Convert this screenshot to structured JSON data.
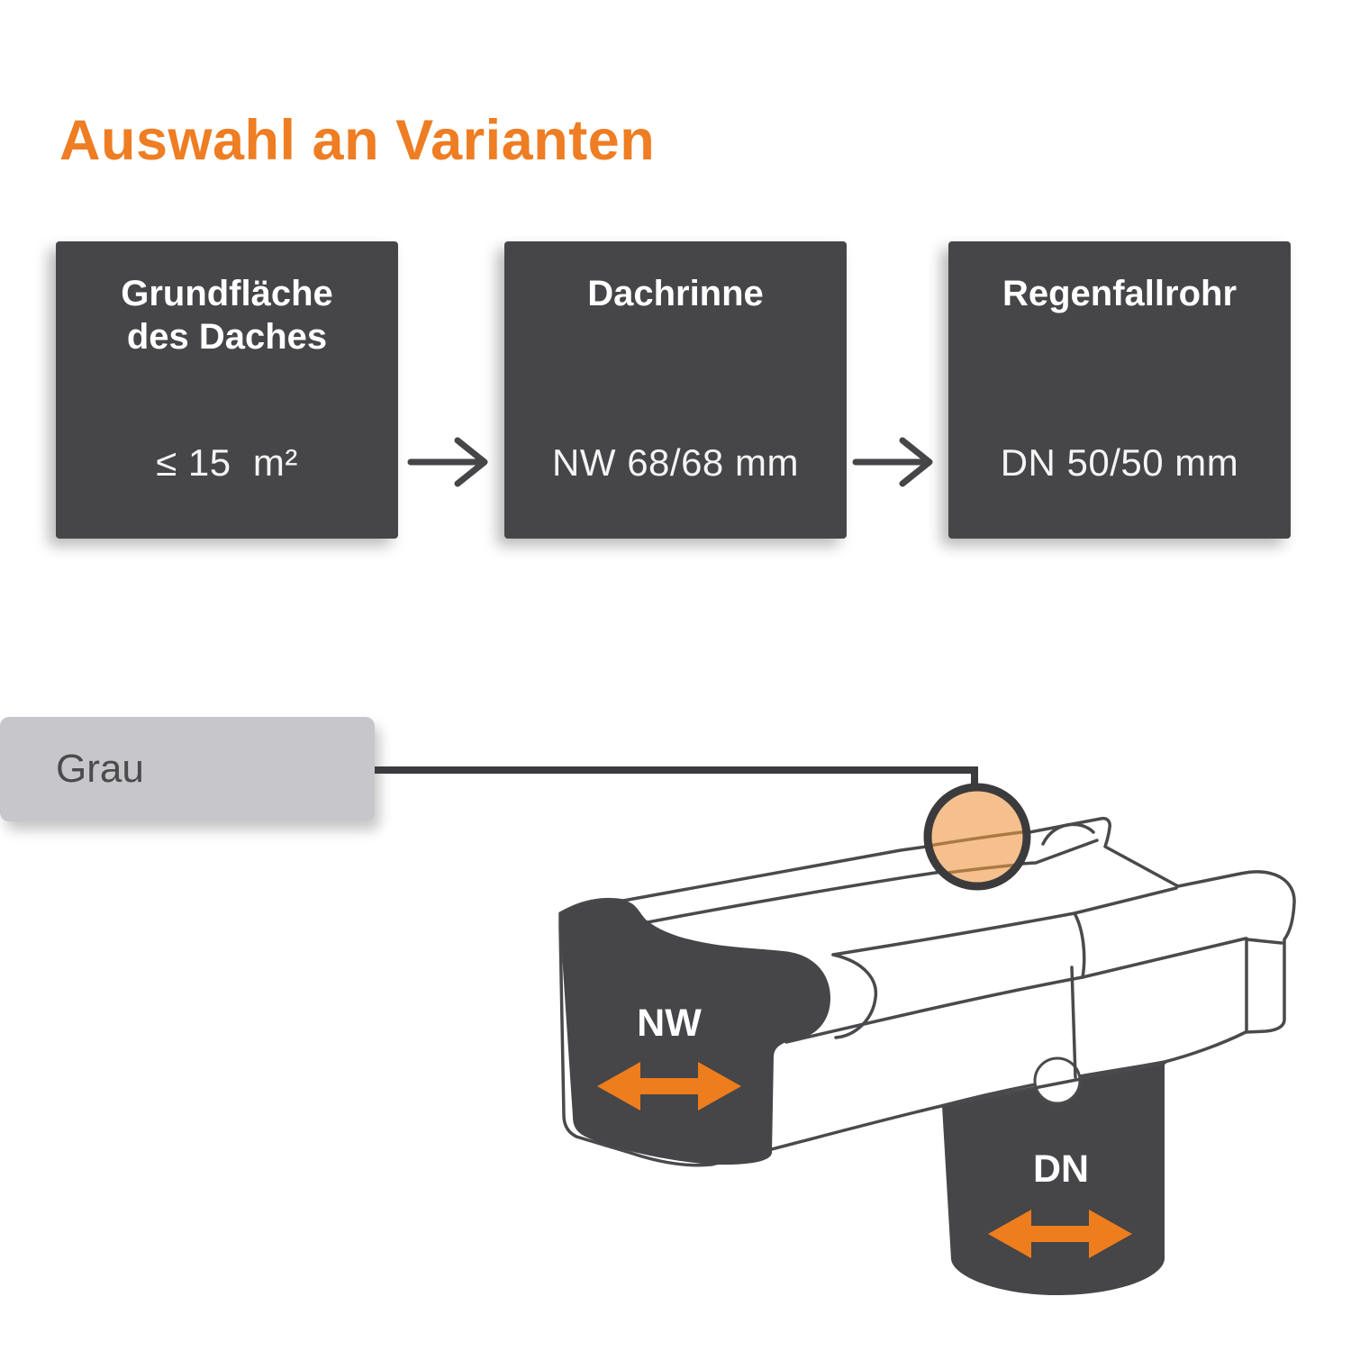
{
  "title": "Auswahl an Varianten",
  "flow": {
    "boxes": [
      {
        "title": "Grundfläche\ndes Daches",
        "value": "≤ 15  m²"
      },
      {
        "title": "Dachrinne",
        "value": "NW 68/68 mm"
      },
      {
        "title": "Regenfallrohr",
        "value": "DN 50/50 mm"
      }
    ]
  },
  "color_option": {
    "label": "Grau"
  },
  "diagram": {
    "gutter_width_label": "NW",
    "downpipe_diameter_label": "DN"
  },
  "theme": {
    "accent": "#ee7d23",
    "dark": "#464548",
    "outline": "#4a4a4d",
    "chip-bg": "#c7c6ca",
    "chip-text": "#4b4a4c",
    "arrow-orange": "#ee7d1e",
    "highlight-fill": "#f5c08d"
  }
}
